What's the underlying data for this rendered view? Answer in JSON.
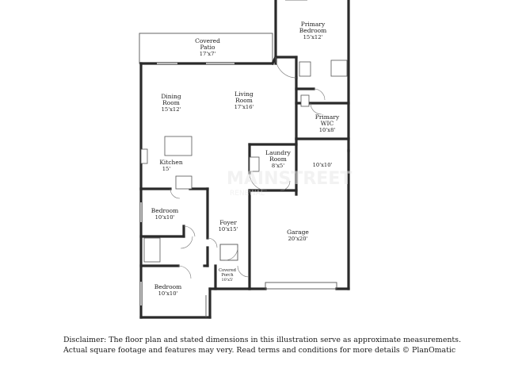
{
  "rooms": {
    "primary_bedroom": {
      "name1": "Primary",
      "name2": "Bedroom",
      "dim": "15'x12'"
    },
    "covered_patio": {
      "name1": "Covered",
      "name2": "Patio",
      "dim": "17'x7'"
    },
    "dining_room": {
      "name1": "Dining",
      "name2": "Room",
      "dim": "15'x12'"
    },
    "living_room": {
      "name1": "Living",
      "name2": "Room",
      "dim": "17'x16'"
    },
    "primary_wic": {
      "name1": "Primary",
      "name2": "WIC",
      "dim": "10'x8'"
    },
    "laundry_room": {
      "name1": "Laundry",
      "name2": "Room",
      "dim": "8'x5'"
    },
    "kitchen": {
      "name": "Kitchen",
      "dim": "15'"
    },
    "extra_room": {
      "dim": "10'x10'"
    },
    "bedroom_1": {
      "name": "Bedroom",
      "dim": "10'x10'"
    },
    "foyer": {
      "name": "Foyer",
      "dim": "10'x15'"
    },
    "garage": {
      "name": "Garage",
      "dim": "20'x20'"
    },
    "covered_porch": {
      "name1": "Covered",
      "name2": "Porch",
      "dim": "10'x5'"
    },
    "bedroom_2": {
      "name": "Bedroom",
      "dim": "10'x10'"
    }
  },
  "watermark": {
    "text": "MAINSTREET",
    "subtext": "RENEWAL"
  },
  "disclaimer": {
    "line1": "Disclaimer: The floor plan and stated dimensions in this illustration serve as approximate measurements.",
    "line2": "Actual square footage and features may very. Read terms and conditions for more details © PlanOmatic"
  }
}
